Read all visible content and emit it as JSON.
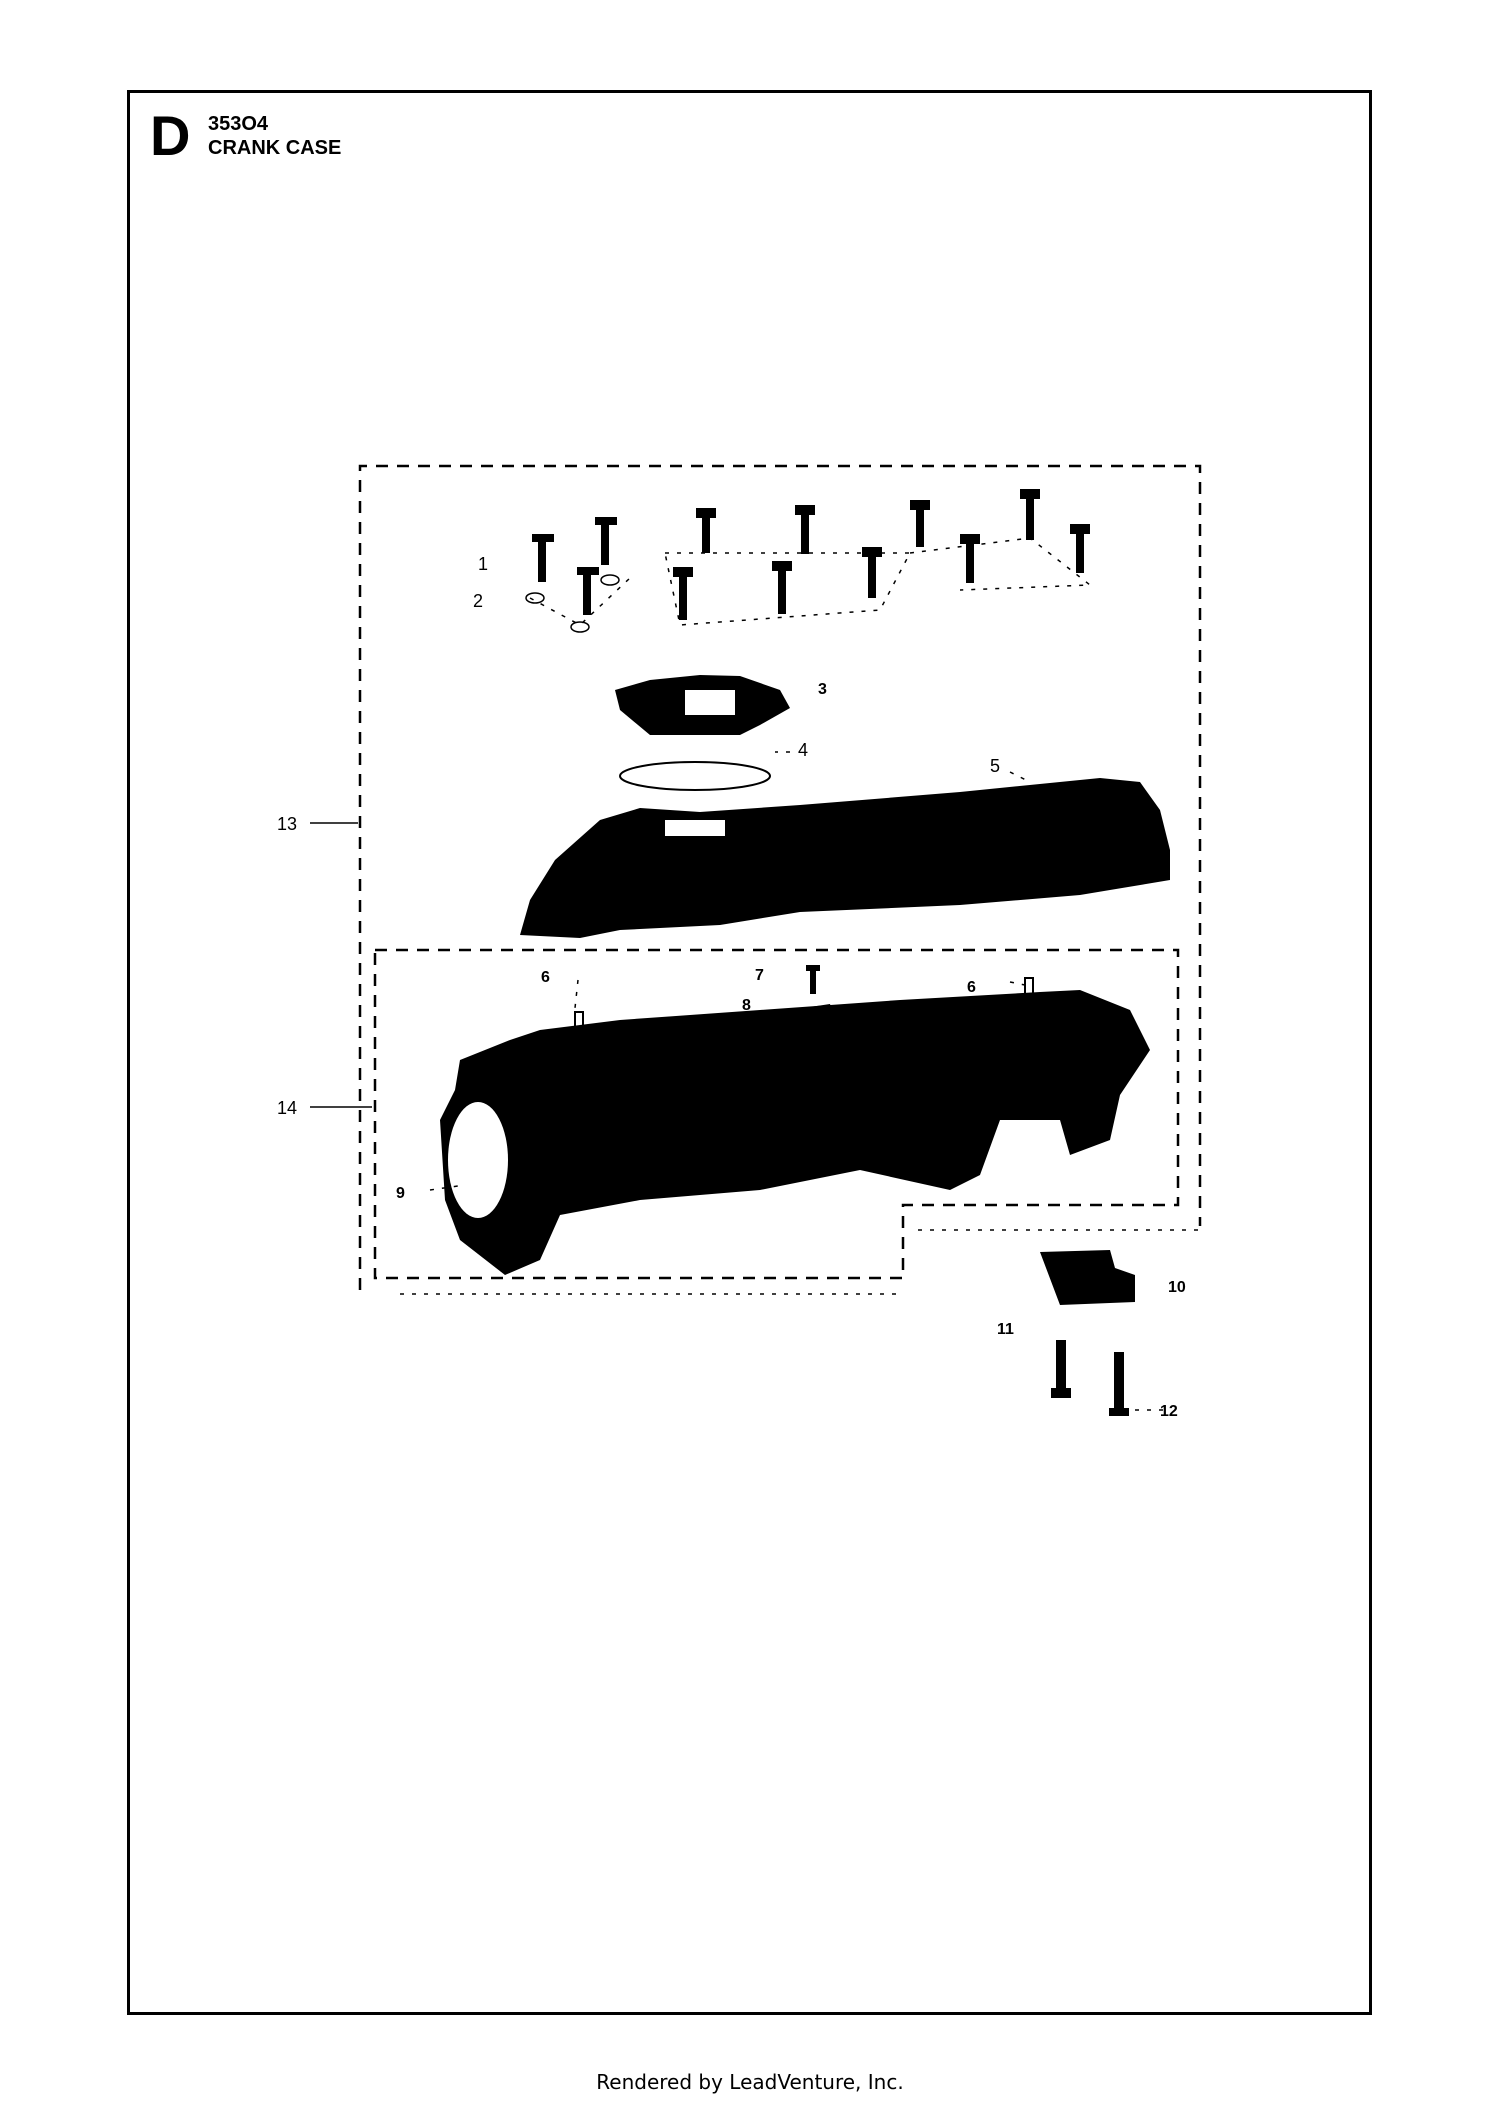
{
  "header": {
    "section_letter": "D",
    "model": "353O4",
    "title": "CRANK CASE"
  },
  "callouts": {
    "c1": "1",
    "c2": "2",
    "c3": "3",
    "c4": "4",
    "c5": "5",
    "c6a": "6",
    "c6b": "6",
    "c7": "7",
    "c8": "8",
    "c9": "9",
    "c10": "10",
    "c11": "11",
    "c12": "12",
    "c13": "13",
    "c14": "14"
  },
  "footer": {
    "text": "Rendered by LeadVenture, Inc."
  }
}
